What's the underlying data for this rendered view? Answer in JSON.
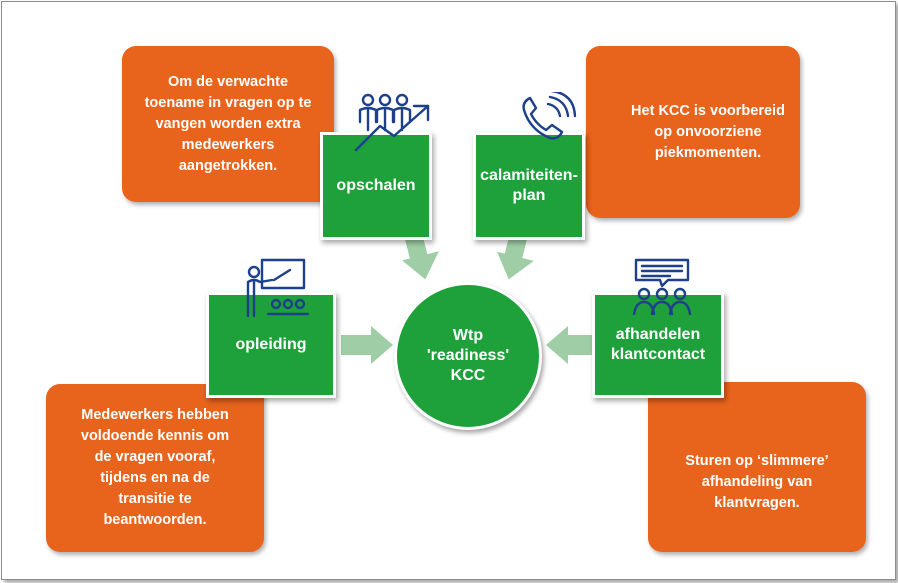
{
  "center": {
    "lines": [
      "Wtp",
      "'readiness'",
      "KCC"
    ]
  },
  "nodes": {
    "opschalen": {
      "lines": [
        "opschalen"
      ]
    },
    "calamiteitenplan": {
      "lines": [
        "calamiteiten-",
        "plan"
      ]
    },
    "opleiding": {
      "lines": [
        "opleiding"
      ]
    },
    "afhandelen": {
      "lines": [
        "afhandelen",
        "klantcontact"
      ]
    }
  },
  "notes": {
    "top_left": {
      "lines": [
        "Om de verwachte",
        "toename in vragen op te",
        "vangen worden extra",
        "medewerkers",
        "aangetrokken."
      ]
    },
    "top_right": {
      "lines": [
        "Het KCC is voorbereid",
        "op onvoorziene",
        "piekmomenten."
      ]
    },
    "bottom_left": {
      "lines": [
        "Medewerkers hebben",
        "voldoende kennis om",
        "de vragen vooraf,",
        "tijdens en na de",
        "transitie te",
        "beantwoorden."
      ]
    },
    "bottom_right": {
      "lines": [
        "Sturen op ‘slimmere’",
        "afhandeling van",
        "klantvragen."
      ]
    }
  },
  "colors": {
    "orange": "#e8641c",
    "green": "#1ea13b",
    "arrow": "#9fcea6",
    "icon": "#1e3f8a"
  },
  "icons": [
    "people-growth-icon",
    "phone-icon",
    "teacher-icon",
    "chat-group-icon"
  ]
}
